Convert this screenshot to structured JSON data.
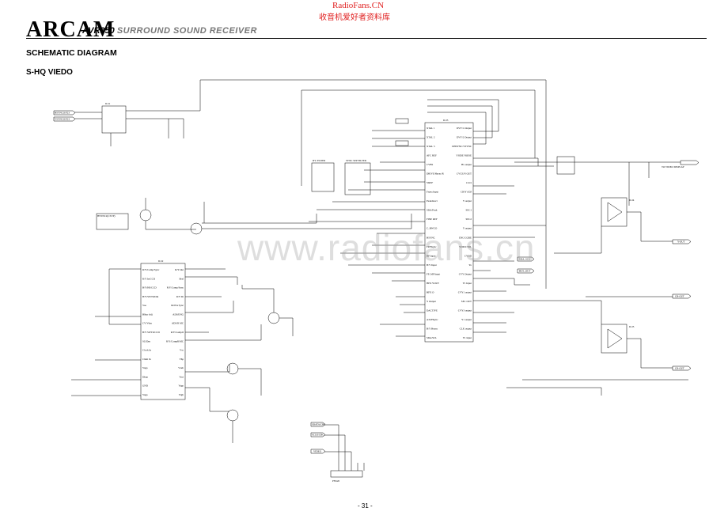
{
  "header": {
    "brand": "ARCAM",
    "model": "AVR350",
    "product_line": "SURROUND SOUND RECEIVER",
    "watermark_site": "RadioFans.CN",
    "watermark_cn": "收音机爱好者资料库"
  },
  "page": {
    "title": "SCHEMATIC DIAGRAM",
    "section": "S-HQ VIEDO",
    "page_number": "- 31 -",
    "center_watermark": "www.radiofans.cn"
  },
  "schematic": {
    "ic_labels": [
      "IC21",
      "IC22",
      "IC23",
      "IC24",
      "IC25"
    ],
    "left_inputs": [
      "HSYNCO/P23",
      "VSYNCO/P23"
    ],
    "left_block": "HSYNC2(CSVP)",
    "filters": [
      "IFC FILTER",
      "SYNC SEP FILTER"
    ],
    "right_outputs": [
      "TO VIDEO DISPLAY",
      "Y-OUT",
      "CB-OUT",
      "CR-OUT"
    ],
    "bottom_connector": "PNS20",
    "bottom_inputs": [
      "SDATA/CBC",
      "SCLK/CBC",
      "VIDEO"
    ],
    "mid_tags": [
      "SDA_SCL",
      "BUS_OUT"
    ],
    "main_ic_pins_left": [
      "XTAL 1",
      "XTAL 2",
      "XTAL 3",
      "AFC REF",
      "CVBS",
      "DRIVE/Hsync/R",
      "VREF",
      "Fsync/input",
      "Peakdetect",
      "SDA/Peak",
      "FINE REF",
      "C_BWCO",
      "HSYNC",
      "FP/Hsync",
      "HP/input",
      "B/Y Input",
      "FP_MP Input",
      "HPX YOUT",
      "HPX O",
      "Y Output",
      "DACTIVE",
      "A/D/Hsync",
      "B/Y Hsync",
      "SDA/SCL"
    ],
    "main_ic_pins_right": [
      "DVY/1 Output",
      "DVY/2 Output",
      "DHSYNC/VSYNC",
      "YSIDE NOISE",
      "Bv-output",
      "CVCE/N OUT",
      "C/O1",
      "CB/Y ADJ",
      "Y output",
      "SEC1",
      "SEC2",
      "Y output",
      "ENC/CODE",
      "VDD/CTRL",
      "CVDD",
      "Yo",
      "CVY Output",
      "Y1 Input",
      "CVY1 output",
      "SEC OUT",
      "CVY3 output",
      "Y1 output",
      "CLK output",
      "Y1 input"
    ],
    "left_ic_pins_left": [
      "R/Y/Comp/Sync",
      "R/Y In/CCD",
      "B/Y/HS/CCD",
      "B/Y/SWTh/Dm",
      "Voo",
      "Blhor Adj",
      "CV/Vdm",
      "B/Y SWTh/CCD",
      "SG/Dm",
      "Clock In",
      "Clkm In",
      "Vapp",
      "Dhop",
      "GND",
      "Vapp"
    ],
    "left_ic_pins_right": [
      "R/Y Out",
      "Brel",
      "R/Y/Comp/Sync",
      "R/Y Dt",
      "ROVA Sync",
      "ADS/ENG",
      "ADS/R MC",
      "R/Y/CompO",
      "R/Y/CompR/MC",
      "Vsc",
      "Vhp",
      "Vsub",
      "Vact",
      "Vapp",
      "Vrgb"
    ]
  }
}
